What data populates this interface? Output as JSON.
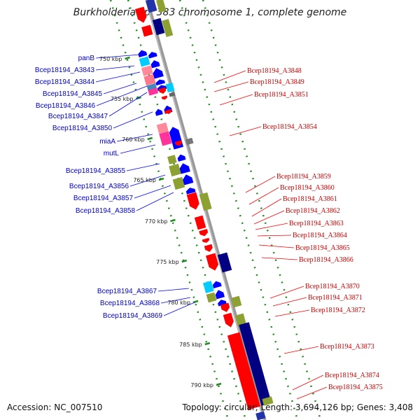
{
  "header": {
    "title": "Burkholderia sp. 383 chromosome 1, complete genome"
  },
  "footer": {
    "accession": "Accession: NC_007510",
    "summary": "Topology: circular; Length: 3,694,126 bp; Genes: 3,408"
  },
  "ticks": [
    "750 kbp",
    "755 kbp",
    "760 kbp",
    "765 kbp",
    "770 kbp",
    "775 kbp",
    "780 kbp",
    "785 kbp",
    "790 kbp"
  ],
  "left_genes": [
    "panB",
    "Bcep18194_A3843",
    "Bcep18194_A3844",
    "Bcep18194_A3845",
    "Bcep18194_A3846",
    "Bcep18194_A3847",
    "Bcep18194_A3850",
    "miaA",
    "mutL",
    "Bcep18194_A3855",
    "Bcep18194_A3856",
    "Bcep18194_A3857",
    "Bcep18194_A3858",
    "Bcep18194_A3867",
    "Bcep18194_A3868",
    "Bcep18194_A3869"
  ],
  "right_genes": [
    "Bcep18194_A3848",
    "Bcep18194_A3849",
    "Bcep18194_A3851",
    "Bcep18194_A3854",
    "Bcep18194_A3859",
    "Bcep18194_A3860",
    "Bcep18194_A3861",
    "Bcep18194_A3862",
    "Bcep18194_A3863",
    "Bcep18194_A3864",
    "Bcep18194_A3865",
    "Bcep18194_A3866",
    "Bcep18194_A3870",
    "Bcep18194_A3871",
    "Bcep18194_A3872",
    "Bcep18194_A3873",
    "Bcep18194_A3874",
    "Bcep18194_A3875"
  ],
  "colors": {
    "forward_strand": "#0000ff",
    "reverse_strand": "#ff0000",
    "backbone": "#999999",
    "tick_marks": "#228b22",
    "olive": "#8da032",
    "navy": "#000080",
    "pink": "#ff3399",
    "cyan": "#00ccff"
  }
}
